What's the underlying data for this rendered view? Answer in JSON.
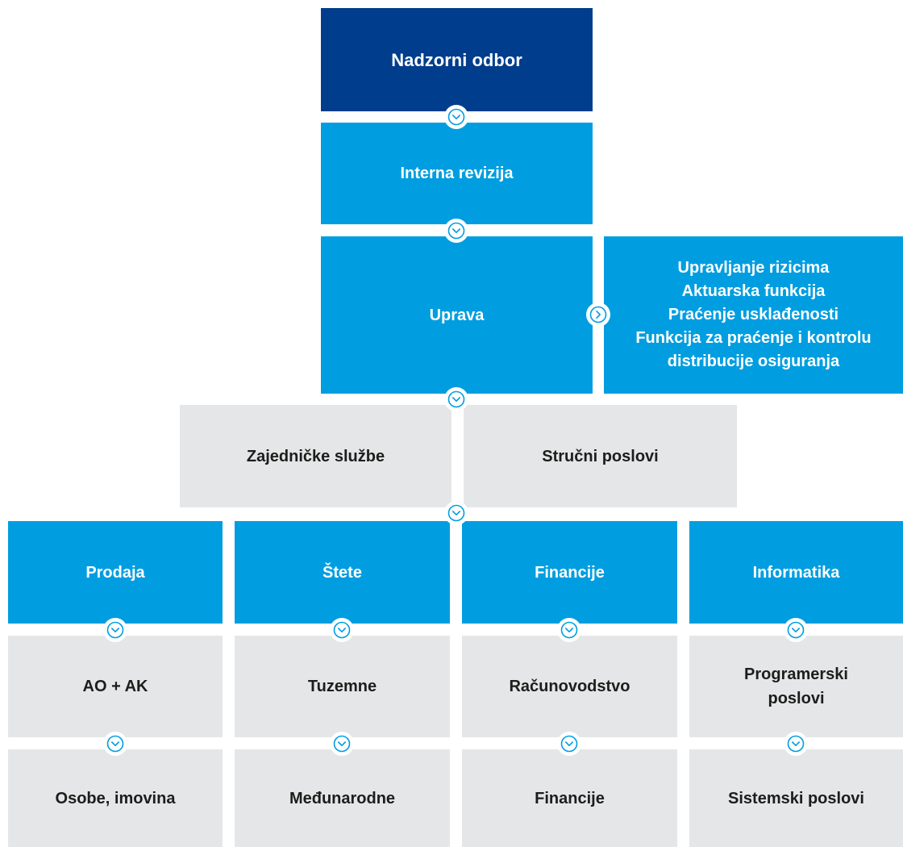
{
  "top": {
    "board": "Nadzorni odbor",
    "audit": "Interna revizija",
    "management": "Uprava",
    "functions": "Upravljanje rizicima\nAktuarska funkcija\nPraćenje usklađenosti\nFunkcija za praćenje i kontrolu\ndistribucije osiguranja"
  },
  "middle": {
    "left": "Zajedničke službe",
    "right": "Stručni poslovi"
  },
  "departments": [
    {
      "name": "Prodaja",
      "sub1": "AO + AK",
      "sub2": "Osobe, imovina"
    },
    {
      "name": "Štete",
      "sub1": "Tuzemne",
      "sub2": "Međunarodne"
    },
    {
      "name": "Financije",
      "sub1": "Računovodstvo",
      "sub2": "Financije"
    },
    {
      "name": "Informatika",
      "sub1": "Programerski\nposlovi",
      "sub2": "Sistemski poslovi"
    }
  ],
  "colors": {
    "dark_blue": "#003d8c",
    "light_blue": "#009ee0",
    "gray": "#e5e6e8",
    "text_dark": "#1d1d1b"
  },
  "icons": {
    "down": "chevron-down-circle-icon",
    "right": "chevron-right-circle-icon"
  }
}
